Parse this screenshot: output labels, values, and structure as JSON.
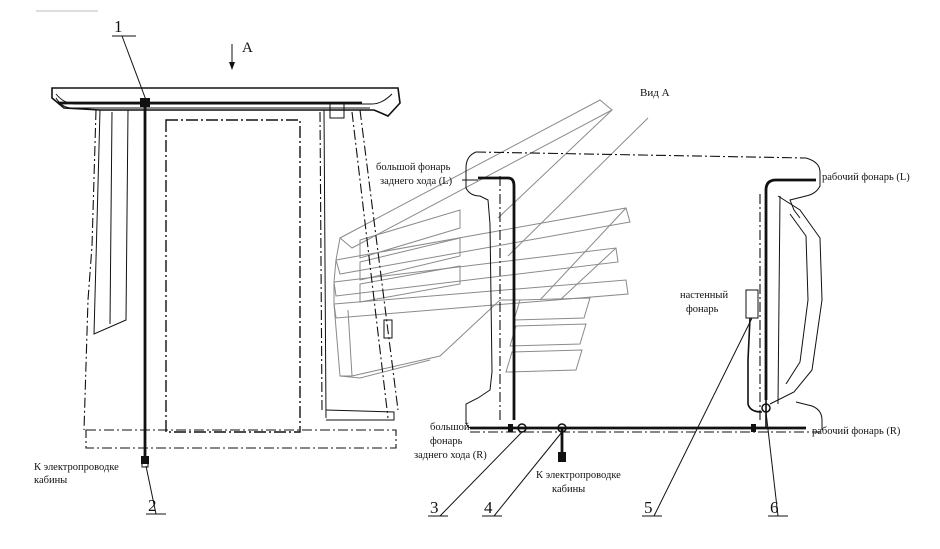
{
  "left_view": {
    "arrow_label": "A",
    "callout_1": "1",
    "callout_2": "2",
    "bottom_note_line1": "К электропроводке",
    "bottom_note_line2": "кабины"
  },
  "right_view": {
    "title": "Вид А",
    "big_rear_lamp_l_line1": "большой фонарь",
    "big_rear_lamp_l_line2": "заднего хода (L)",
    "work_lamp_l": "рабочий фонарь (L)",
    "wall_lamp_line1": "настенный",
    "wall_lamp_line2": "фонарь",
    "big_rear_lamp_r_line1": "большой",
    "big_rear_lamp_r_line2": "фонарь",
    "big_rear_lamp_r_line3": "заднего хода (R)",
    "work_lamp_r": "рабочий фонарь (R)",
    "cab_wiring_line1": "К электропроводке",
    "cab_wiring_line2": "кабины",
    "callout_3": "3",
    "callout_4": "4",
    "callout_5": "5",
    "callout_6": "6"
  }
}
